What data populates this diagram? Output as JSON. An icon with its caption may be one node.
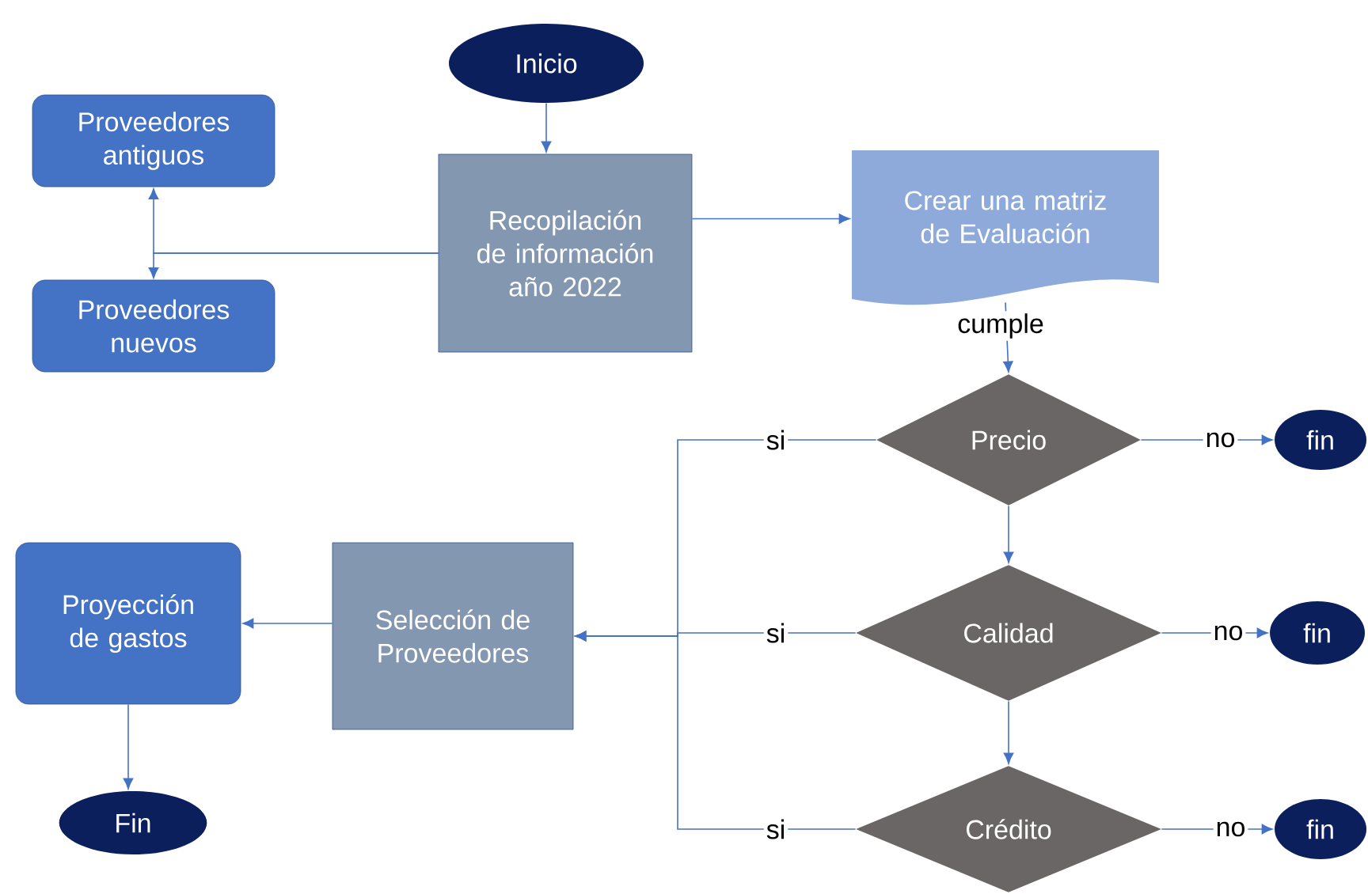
{
  "diagram": {
    "nodes": [
      {
        "text": [
          "Inicio"
        ]
      },
      {
        "text": [
          "Proveedores antiguos"
        ]
      },
      {
        "text": [
          "Proveedores nuevos"
        ]
      },
      {
        "text": [
          "Recopilación de información año 2022"
        ]
      },
      {
        "text": [
          "Crear una matriz de Evaluación"
        ]
      },
      {
        "text": [
          "Precio"
        ]
      },
      {
        "text": [
          "fin"
        ]
      },
      {
        "text": [
          "Calidad"
        ]
      },
      {
        "text": [
          "fin"
        ]
      },
      {
        "text": [
          "Crédito"
        ]
      },
      {
        "text": [
          "fin"
        ]
      },
      {
        "text": [
          "Selección de Proveedores"
        ]
      },
      {
        "text": [
          "Proyección de gastos"
        ]
      },
      {
        "text": [
          "Fin"
        ]
      }
    ],
    "edges": [
      {
        "from": 0,
        "to": 3,
        "arrow": "to"
      },
      {
        "from": 3,
        "to": 1,
        "arrow": "to"
      },
      {
        "from": 3,
        "to": 2,
        "arrow": "to"
      },
      {
        "from": 3,
        "to": 4,
        "arrow": "to"
      },
      {
        "from": 4,
        "to": 5,
        "arrow": "to",
        "label": "cumple"
      },
      {
        "from": 5,
        "to": 6,
        "arrow": "to",
        "label": "no"
      },
      {
        "from": 5,
        "to": 11,
        "arrow": "to",
        "label": "si"
      },
      {
        "from": 5,
        "to": 7,
        "arrow": "to"
      },
      {
        "from": 7,
        "to": 8,
        "arrow": "to",
        "label": "no"
      },
      {
        "from": 7,
        "to": 11,
        "arrow": "to",
        "label": "si"
      },
      {
        "from": 7,
        "to": 9,
        "arrow": "to"
      },
      {
        "from": 9,
        "to": 10,
        "arrow": "to",
        "label": "no"
      },
      {
        "from": 9,
        "to": 11,
        "arrow": "to",
        "label": "si"
      },
      {
        "from": 11,
        "to": 12,
        "arrow": "to"
      },
      {
        "from": 12,
        "to": 13,
        "arrow": "to"
      }
    ]
  }
}
